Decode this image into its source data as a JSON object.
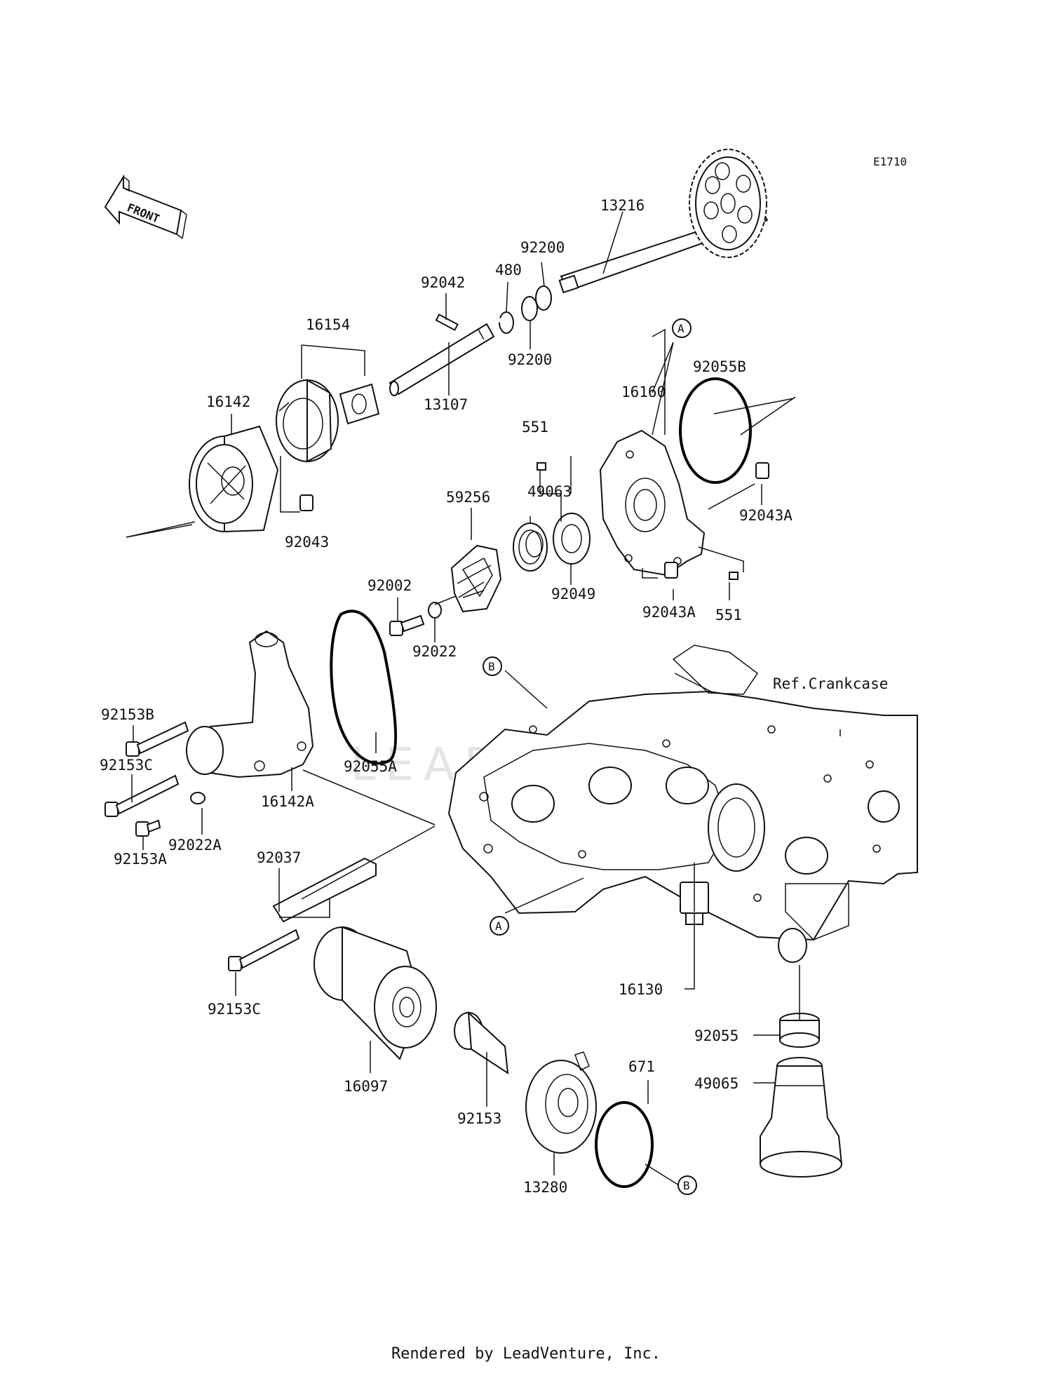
{
  "diagram": {
    "code": "E1710",
    "front_label": "FRONT",
    "ref_crankcase": "Ref.Crankcase",
    "watermark": "LEADVENTURE",
    "parts": [
      {
        "id": "p13216",
        "label": "13216"
      },
      {
        "id": "p92200a",
        "label": "92200"
      },
      {
        "id": "p480",
        "label": "480"
      },
      {
        "id": "p92042",
        "label": "92042"
      },
      {
        "id": "p92200b",
        "label": "92200"
      },
      {
        "id": "p16154",
        "label": "16154"
      },
      {
        "id": "p13107",
        "label": "13107"
      },
      {
        "id": "p16142",
        "label": "16142"
      },
      {
        "id": "p92043",
        "label": "92043"
      },
      {
        "id": "p16160",
        "label": "16160"
      },
      {
        "id": "p92055B",
        "label": "92055B"
      },
      {
        "id": "p551a",
        "label": "551"
      },
      {
        "id": "p49063",
        "label": "49063"
      },
      {
        "id": "p59256",
        "label": "59256"
      },
      {
        "id": "p92043Aa",
        "label": "92043A"
      },
      {
        "id": "p92049",
        "label": "92049"
      },
      {
        "id": "p92043Ab",
        "label": "92043A"
      },
      {
        "id": "p551b",
        "label": "551"
      },
      {
        "id": "p92002",
        "label": "92002"
      },
      {
        "id": "p92022",
        "label": "92022"
      },
      {
        "id": "p92153B",
        "label": "92153B"
      },
      {
        "id": "p92055A",
        "label": "92055A"
      },
      {
        "id": "p92153C1",
        "label": "92153C"
      },
      {
        "id": "p16142A",
        "label": "16142A"
      },
      {
        "id": "p92022A",
        "label": "92022A"
      },
      {
        "id": "p92153A",
        "label": "92153A"
      },
      {
        "id": "p92037",
        "label": "92037"
      },
      {
        "id": "p92153C2",
        "label": "92153C"
      },
      {
        "id": "p16130",
        "label": "16130"
      },
      {
        "id": "p92055",
        "label": "92055"
      },
      {
        "id": "p49065",
        "label": "49065"
      },
      {
        "id": "p671",
        "label": "671"
      },
      {
        "id": "p16097",
        "label": "16097"
      },
      {
        "id": "p92153",
        "label": "92153"
      },
      {
        "id": "p13280",
        "label": "13280"
      }
    ],
    "callouts": [
      {
        "id": "cA1",
        "letter": "A"
      },
      {
        "id": "cB1",
        "letter": "B"
      },
      {
        "id": "cA2",
        "letter": "A"
      },
      {
        "id": "cB2",
        "letter": "B"
      }
    ]
  },
  "footer": "Rendered by LeadVenture, Inc."
}
